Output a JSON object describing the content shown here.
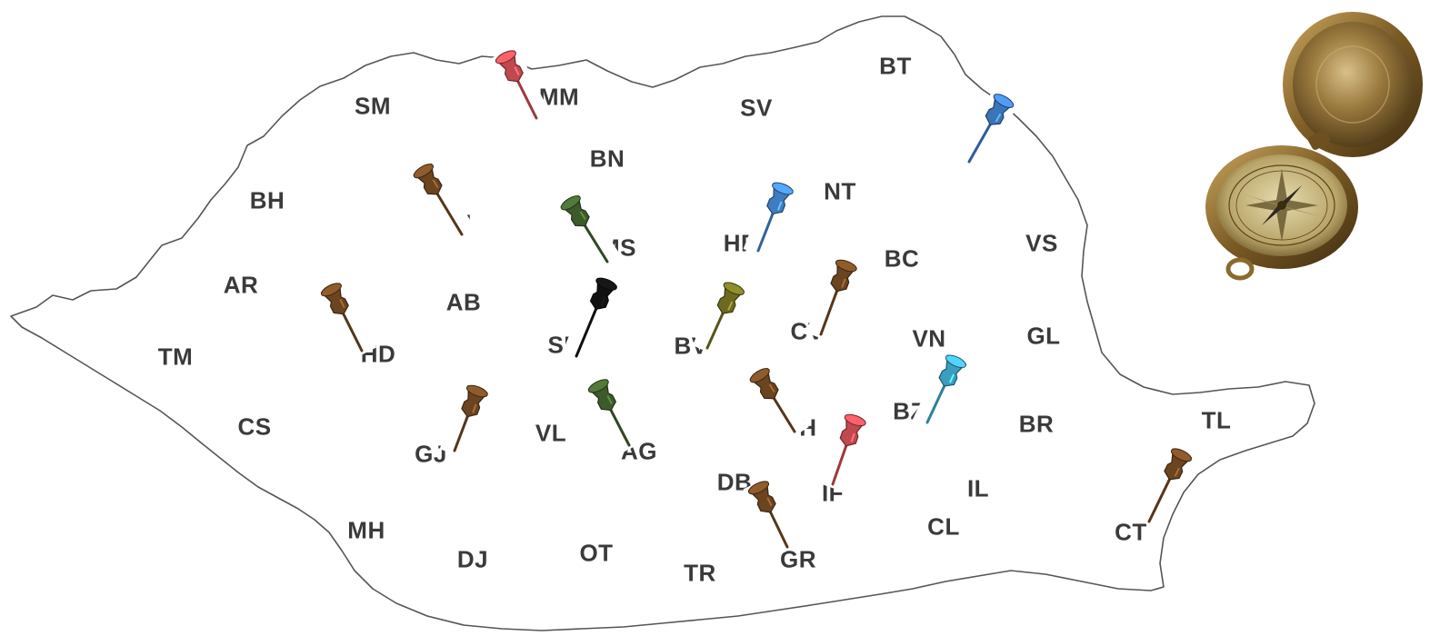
{
  "map": {
    "counties": [
      {
        "code": "SM"
      },
      {
        "code": "MM"
      },
      {
        "code": "BT"
      },
      {
        "code": "SV"
      },
      {
        "code": "BN"
      },
      {
        "code": "BH"
      },
      {
        "code": "CJ"
      },
      {
        "code": "NT"
      },
      {
        "code": "MS"
      },
      {
        "code": "HR"
      },
      {
        "code": "BC"
      },
      {
        "code": "VS"
      },
      {
        "code": "AR"
      },
      {
        "code": "AB"
      },
      {
        "code": "TM"
      },
      {
        "code": "HD"
      },
      {
        "code": "SB"
      },
      {
        "code": "BV"
      },
      {
        "code": "CV"
      },
      {
        "code": "VN"
      },
      {
        "code": "GL"
      },
      {
        "code": "CS"
      },
      {
        "code": "GJ"
      },
      {
        "code": "VL"
      },
      {
        "code": "AG"
      },
      {
        "code": "PH"
      },
      {
        "code": "BZ"
      },
      {
        "code": "BR"
      },
      {
        "code": "TL"
      },
      {
        "code": "DB"
      },
      {
        "code": "IF"
      },
      {
        "code": "IL"
      },
      {
        "code": "MH"
      },
      {
        "code": "DJ"
      },
      {
        "code": "OT"
      },
      {
        "code": "TR"
      },
      {
        "code": "GR"
      },
      {
        "code": "CL"
      },
      {
        "code": "CT"
      }
    ],
    "pins": [
      {
        "near": "MM",
        "color": "#c2484f"
      },
      {
        "near": "BT",
        "color": "#3b74b8"
      },
      {
        "near": "CJ",
        "color": "#6b4420"
      },
      {
        "near": "MS",
        "color": "#3d5a2a"
      },
      {
        "near": "HR",
        "color": "#3f7cc0"
      },
      {
        "near": "BC",
        "color": "#6b4420"
      },
      {
        "near": "HD",
        "color": "#6b4420"
      },
      {
        "near": "SB",
        "color": "#111111"
      },
      {
        "near": "BV",
        "color": "#6b6a1f"
      },
      {
        "near": "PH",
        "color": "#6b4420"
      },
      {
        "near": "BZ",
        "color": "#3b9ec0"
      },
      {
        "near": "GJ",
        "color": "#6b4420"
      },
      {
        "near": "AG",
        "color": "#3d5a2a"
      },
      {
        "near": "IF",
        "color": "#c2484f"
      },
      {
        "near": "GR",
        "color": "#6b4420"
      },
      {
        "near": "CT",
        "color": "#6b4420"
      }
    ],
    "compass": {
      "icon": "compass-icon"
    }
  }
}
